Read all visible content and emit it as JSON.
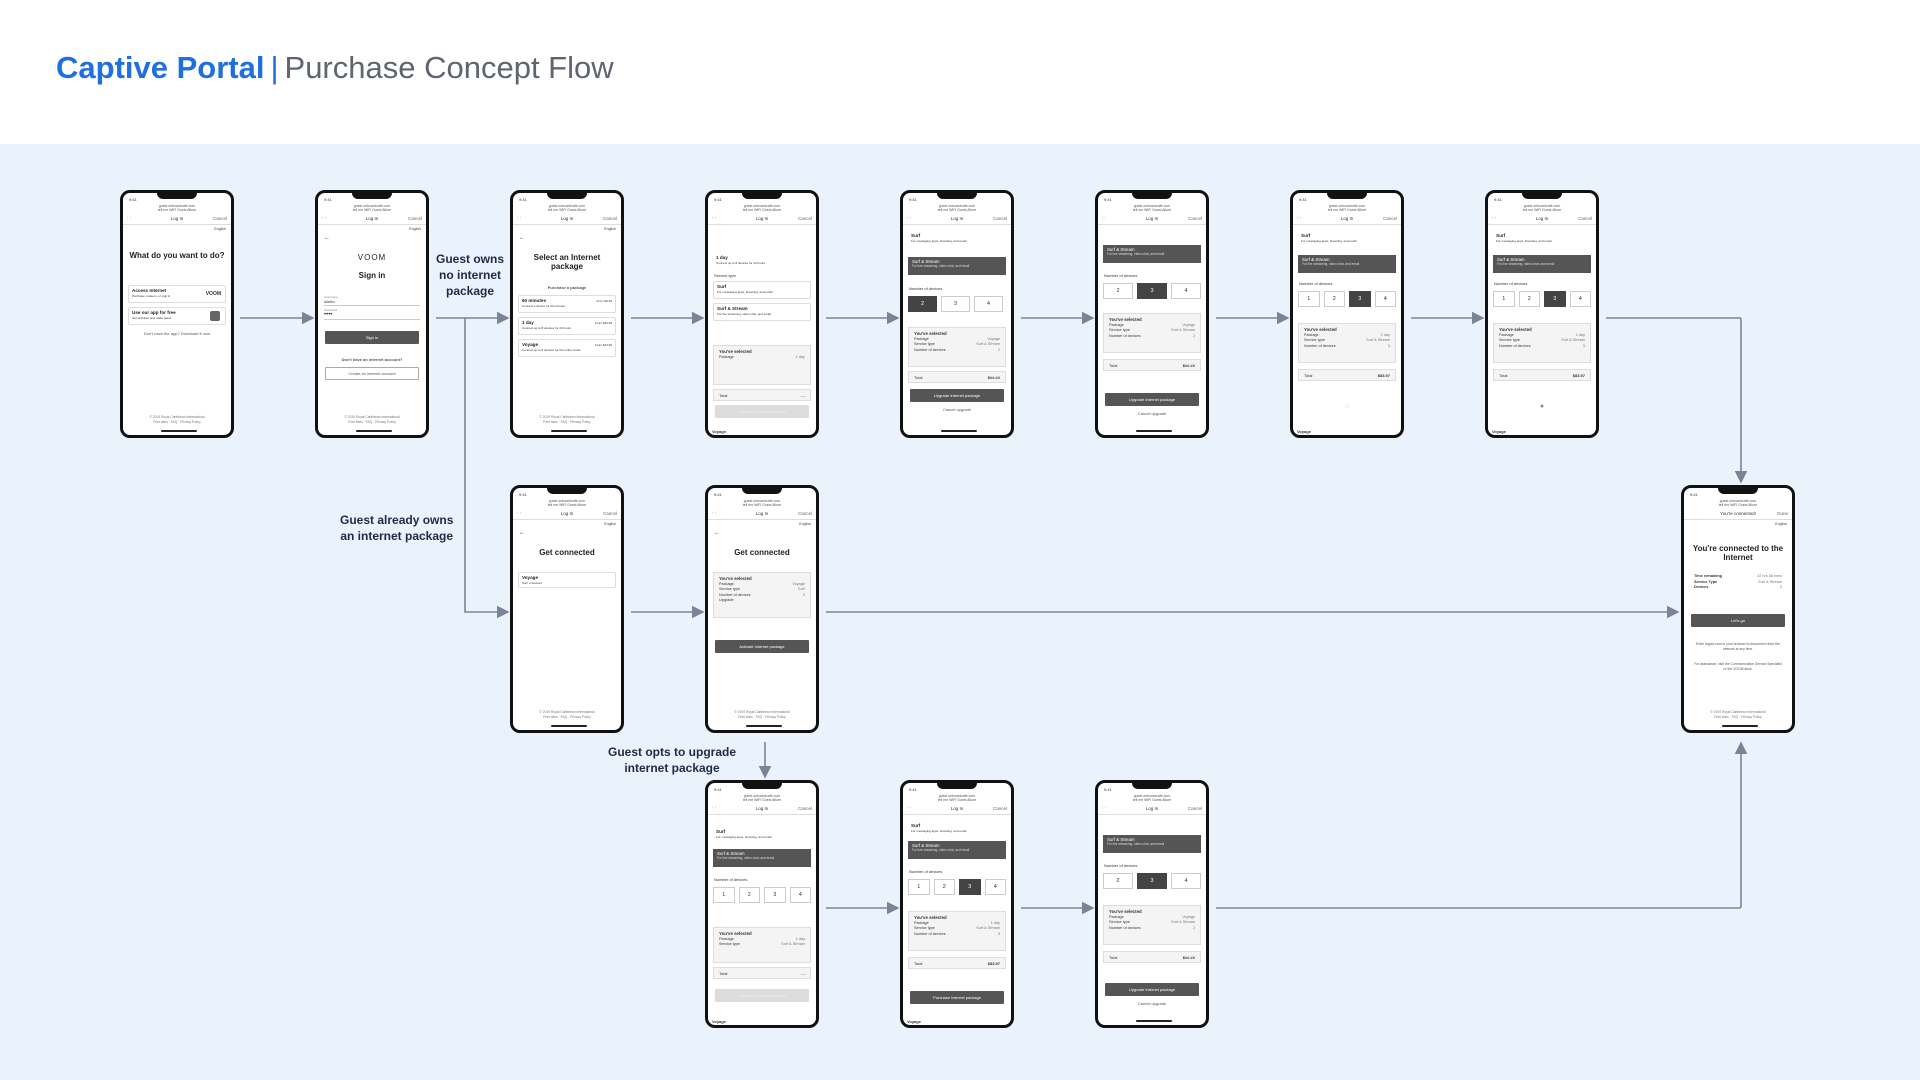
{
  "header": {
    "title_bold": "Captive Portal",
    "separator": "|",
    "title_rest": "Purchase Concept Flow"
  },
  "labels": {
    "no_package": "Guest owns\nno internet\npackage",
    "owns_package": "Guest already owns\nan internet package",
    "upgrade": "Guest opts to upgrade\ninternet package"
  },
  "common": {
    "time": "9:41",
    "url": "guest.onboardcafe.com",
    "wifi": "tell me WiFi Guest Allure",
    "login": "Log In",
    "cancel": "Cancel",
    "english": "English",
    "footer_copy": "© 2019 Royal Caribbean International",
    "footer_links": "Free sites · FAQ · Privacy Policy",
    "surf": "Surf",
    "surf_desc": "For messaging apps, browsing, and email",
    "surf_stream": "Surf & Stream",
    "stream_desc": "For live streaming, video chat, and email",
    "num_devices": "Number of devices",
    "selected": "You've selected",
    "package": "Package",
    "service_type": "Service type",
    "devices": "Number of devices",
    "total": "Total",
    "upgrade_btn": "Upgrade Internet package",
    "purchase_btn": "Purchase Internet package",
    "cancel_upgrade": "Cancel upgrade",
    "voyage": "Voyage",
    "price_voyage": "$##.##",
    "price_1day": "$19.99",
    "price_total": "$83.97",
    "price_ph": "$##.##",
    "dash": "- -",
    "one_day": "1 day",
    "voyage_val": "Voyage",
    "surf_stream_val": "Surf & Stream",
    "surf_val": "Surf",
    "n1": "1",
    "n2": "2",
    "n3": "3",
    "n4": "4"
  },
  "screen1": {
    "heading": "What do you want to do?",
    "access": "Access Internet",
    "access_desc": "Purchase, redeem, or sign in",
    "voom": "VOOM",
    "app": "Use our app for free",
    "app_desc": "Get activities and make plans",
    "download": "Don't have the app? Download it now"
  },
  "screen2": {
    "logo": "VOOM",
    "heading": "Sign in",
    "user_label": "Username",
    "user_val": "luletto",
    "pw_label": "Password",
    "pw_val": "••••",
    "signin": "Sign in",
    "no_acct": "Don't have an internet account?",
    "create": "Create an internet account"
  },
  "screen3": {
    "heading": "Select an Internet package",
    "sub": "Purchase a package",
    "p1": "60 minutes",
    "p1_desc": "Connect 1 device for 60 minutes",
    "p1_price": "From $9.99",
    "p2": "1 day",
    "p2_desc": "Connect up to 8 devices for 24 hours",
    "p2_price": "From $19.99",
    "p3": "Voyage",
    "p3_desc": "Connect up to 8 devices for the entire cruise",
    "p3_price": "From $14.99"
  },
  "screen4": {
    "p": "1 day",
    "p_desc": "Connect up to 8 devices for 24 hours",
    "service": "Service type"
  },
  "connected_screen": {
    "heading": "Get connected",
    "pkg": "Voyage",
    "pkg_desc": "Surf, 2 devices"
  },
  "connected2": {
    "heading": "Get connected",
    "activate": "Activate Internet package",
    "upgrade": "Upgrade"
  },
  "final": {
    "nav_title": "You're connected!",
    "done": "Done",
    "heading": "You're connected to the Internet",
    "time": "Time remaining",
    "time_val": "22 hrs 58 mins",
    "svc": "Service Type",
    "svc_val": "Surf & Stream",
    "dev": "Devices",
    "dev_val": "3",
    "cta": "Let's go",
    "logout": "Enter logout.com in your browser to disconnect from the network at any time.",
    "assist": "For assistance, visit the Communication Service Specialist or the VOOM desk."
  }
}
